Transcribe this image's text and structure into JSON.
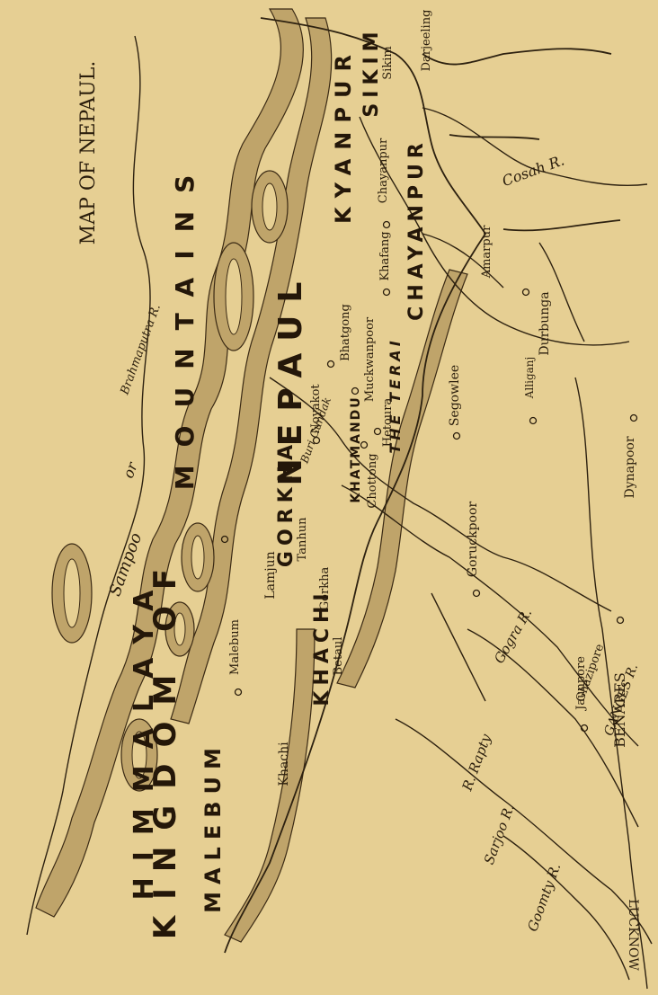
{
  "title": "MAP OF NEPAUL.",
  "regions": {
    "himmalaya": "HIMMALAYA",
    "mountains": "MOUNTAINS",
    "kingdom": "KINGDOM OF",
    "nepaul": "NEPAUL",
    "male_bum": "MALEBUM",
    "gorkha": "GORKHA",
    "khachi": "KHACHI",
    "sikim": "SIKIM",
    "kyanpur": "KYANPUR",
    "chayanpur_region": "CHAYANPUR",
    "terai": "THE TERAI",
    "khatmandu": "KHATMANDU"
  },
  "rivers": {
    "sampoo": "Sampoo",
    "or": "or",
    "brahmaputra": "Brahmaputra R.",
    "cosah": "Cosah R.",
    "gogra": "Gogra R.",
    "ganges": "GANGES R.",
    "rapty": "R. Rapty",
    "sarjoo": "Sarjoo R.",
    "goomty": "Goomty R.",
    "burigundak": "Buri Gundak"
  },
  "towns": {
    "lamjun": "Lamjun",
    "tanhun": "Tanhun",
    "gorkha_town": "Gorkha",
    "malebum_town": "Malebum",
    "khachi_town": "Khachi",
    "betaul": "Betaul",
    "noyakot": "Noyakot",
    "chottong": "Chottong",
    "muckwanpoor": "Muckwanpoor",
    "hetoura": "Hetoura",
    "bhatgong": "Bhatgong",
    "khafang": "Khafang",
    "chayanpur": "Chayanpur",
    "sikim_town": "Sikim",
    "darjeeling": "Darjeeling",
    "amarpur": "Amarpur",
    "durbunga": "Durbunga",
    "segowlee": "Segowlee",
    "alliganj": "Alliganj",
    "dynapoor": "Dynapoor",
    "goruckpoor": "Goruckpoor",
    "ghazipore": "Ghazipore",
    "jaunpore": "Jaunpore",
    "benares": "BENARES",
    "lucknow": "LUCKNOW"
  }
}
